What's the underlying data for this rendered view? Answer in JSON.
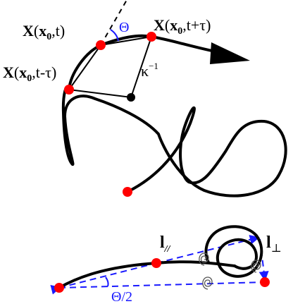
{
  "top_figure": {
    "label_left": {
      "bold": "X",
      "open": "(",
      "x": "x",
      "sub": "0",
      "rest": ",t-τ)"
    },
    "label_mid": {
      "bold": "X",
      "open": "(",
      "x": "x",
      "sub": "0",
      "rest": ",t)"
    },
    "label_right": {
      "bold": "X",
      "open": "(",
      "x": "x",
      "sub": "0",
      "rest": ",t+τ)"
    },
    "angle_label": "Θ",
    "curvature_label": "κ",
    "curvature_exponent": "−1"
  },
  "bottom_figure": {
    "l_parallel_symbol": "l",
    "l_parallel_sub": "//",
    "l_perp_symbol": "l",
    "l_perp_sub": "⊥",
    "half_angle_label": "Θ/2"
  },
  "colors": {
    "curve": "#000000",
    "points": "#ff0000",
    "accent_blue": "#1a1aff"
  }
}
